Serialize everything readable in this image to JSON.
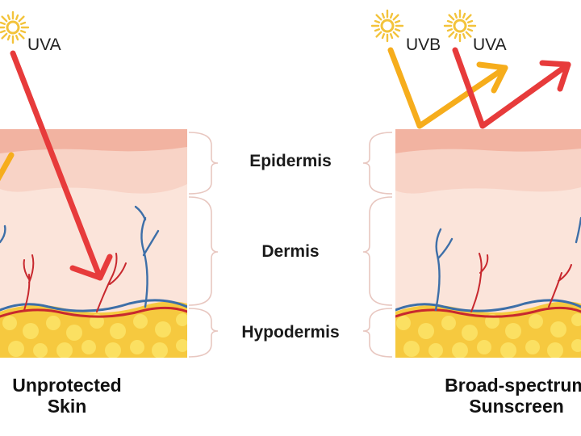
{
  "left_panel": {
    "ray_labels": [
      "UVA"
    ],
    "caption_line1": "Unprotected",
    "caption_line2": "Skin"
  },
  "right_panel": {
    "ray_labels": [
      "UVB",
      "UVA"
    ],
    "caption_line1": "Broad-spectrum",
    "caption_line2": "Sunscreen"
  },
  "layers": [
    "Epidermis",
    "Dermis",
    "Hypodermis"
  ],
  "colors": {
    "epidermis_top": "#f2b3a1",
    "epidermis": "#f8d3c6",
    "dermis": "#fbe4da",
    "fat": "#f6c93f",
    "fat_cell": "#fbe062",
    "vein": "#3d6fa8",
    "artery": "#c8282e",
    "uva_ray": "#e73b3b",
    "uvb_ray": "#f6ad1c",
    "sun": "#f3c33b"
  }
}
